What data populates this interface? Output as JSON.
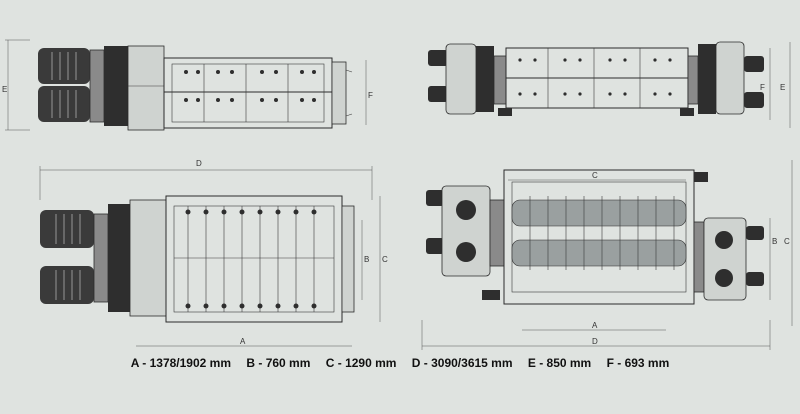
{
  "view_labels": {
    "plan_left_vertical": [
      "E",
      "F"
    ],
    "plan_right_vertical": [
      "F",
      "E"
    ],
    "top_left_width": "D",
    "top_left_lower": "A",
    "top_left_side": [
      "B",
      "C"
    ],
    "bottom_right_top": "C",
    "bottom_right_side": [
      "B",
      "C"
    ],
    "bottom_right_lower": [
      "A",
      "D"
    ]
  },
  "dimensions": [
    {
      "label": "A - 1378/1902 mm"
    },
    {
      "label": "B - 760 mm"
    },
    {
      "label": "C - 1290 mm"
    },
    {
      "label": "D - 3090/3615 mm"
    },
    {
      "label": "E - 850 mm"
    },
    {
      "label": "F - 693 mm"
    }
  ]
}
